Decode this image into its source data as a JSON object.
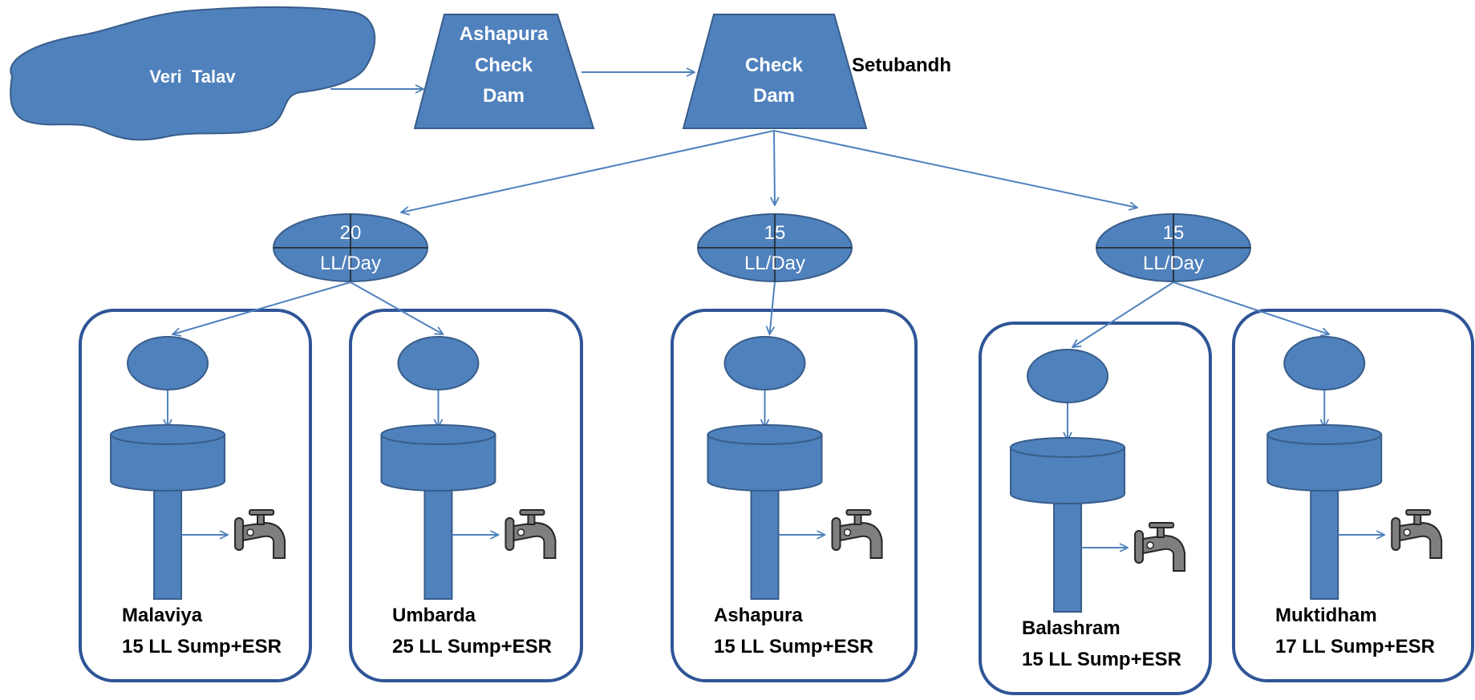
{
  "colors": {
    "shape_fill": "#4f81bd",
    "shape_stroke": "#385d8a",
    "box_stroke": "#2f5597",
    "arrow": "#4f81bd",
    "text_on_shape": "#ffffff",
    "label_text": "#000000",
    "tap_fill": "#7f7f7f",
    "tap_stroke": "#262626"
  },
  "source": {
    "label": "Veri  Talav"
  },
  "dams": [
    {
      "id": "ashapura-check-dam",
      "lines": [
        "Ashapura",
        "Check",
        "Dam"
      ]
    },
    {
      "id": "check-dam",
      "lines": [
        "Check",
        "Dam"
      ],
      "side_label": "Setubandh"
    }
  ],
  "distribution_nodes": [
    {
      "id": "node-1",
      "value": "20",
      "unit": "LL/Day"
    },
    {
      "id": "node-2",
      "value": "15",
      "unit": "LL/Day"
    },
    {
      "id": "node-3",
      "value": "15",
      "unit": "LL/Day"
    }
  ],
  "stations": [
    {
      "id": "malaviya",
      "name": "Malaviya",
      "capacity": "15 LL Sump+ESR",
      "icon": "water-tap-icon"
    },
    {
      "id": "umbarda",
      "name": "Umbarda",
      "capacity": "25 LL Sump+ESR",
      "icon": "water-tap-icon"
    },
    {
      "id": "ashapura",
      "name": "Ashapura",
      "capacity": "15 LL Sump+ESR",
      "icon": "water-tap-icon"
    },
    {
      "id": "balashram",
      "name": "Balashram",
      "capacity": "15 LL Sump+ESR",
      "icon": "water-tap-icon"
    },
    {
      "id": "muktidham",
      "name": "Muktidham",
      "capacity": "17 LL Sump+ESR",
      "icon": "water-tap-icon"
    }
  ]
}
